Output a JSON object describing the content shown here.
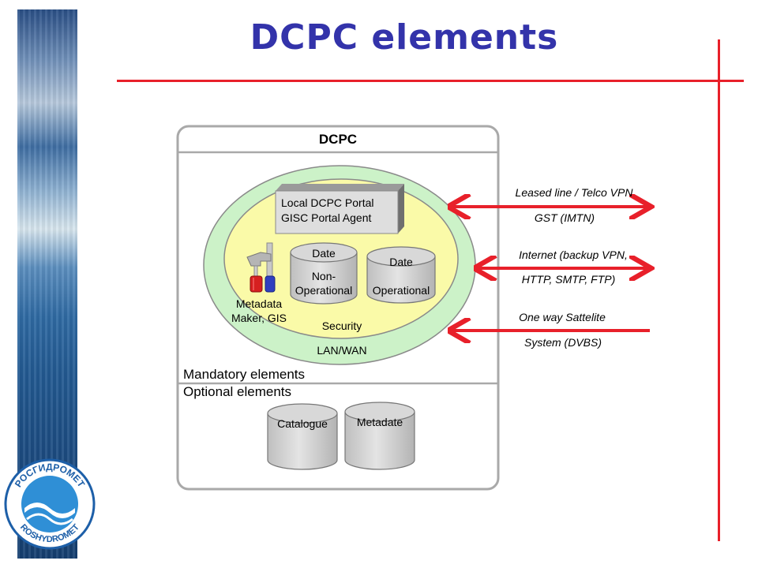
{
  "slide": {
    "title": "DCPC elements"
  },
  "logo": {
    "top_text": "РОСГИДРОМЕТ",
    "bottom_text": "ROSHYDROMET"
  },
  "dcpc_box": {
    "title": "DCPC",
    "mandatory_label": "Mandatory elements",
    "optional_label": "Optional elements"
  },
  "mandatory": {
    "lan_wan": "LAN/WAN",
    "security": "Security",
    "portal": {
      "line1": "Local DCPC Portal",
      "line2": "GISC Portal Agent"
    },
    "non_operational_db": {
      "line1": "Date",
      "line2": "Non-",
      "line3": "Operational"
    },
    "operational_db": {
      "line1": "Date",
      "line2": "Operational"
    },
    "metadata_tool": {
      "line1": "Metadata",
      "line2": "Maker, GIS"
    }
  },
  "optional": {
    "catalogue": "Catalogue",
    "metadate": "Metadate"
  },
  "connections": [
    {
      "line1": "Leased line / Telco VPN",
      "line2": "GST (IMTN)",
      "direction": "both"
    },
    {
      "line1": "Internet (backup VPN,",
      "line2": "HTTP, SMTP, FTP)",
      "direction": "both"
    },
    {
      "line1": "One way Sattelite",
      "line2": "System (DVBS)",
      "direction": "inbound"
    }
  ],
  "colors": {
    "accent_red": "#e8202a",
    "title_blue": "#3333aa",
    "ring_green": "#ccf2c8",
    "core_yellow": "#fafaa8",
    "cylinder_grey": "#d6d6d6"
  }
}
